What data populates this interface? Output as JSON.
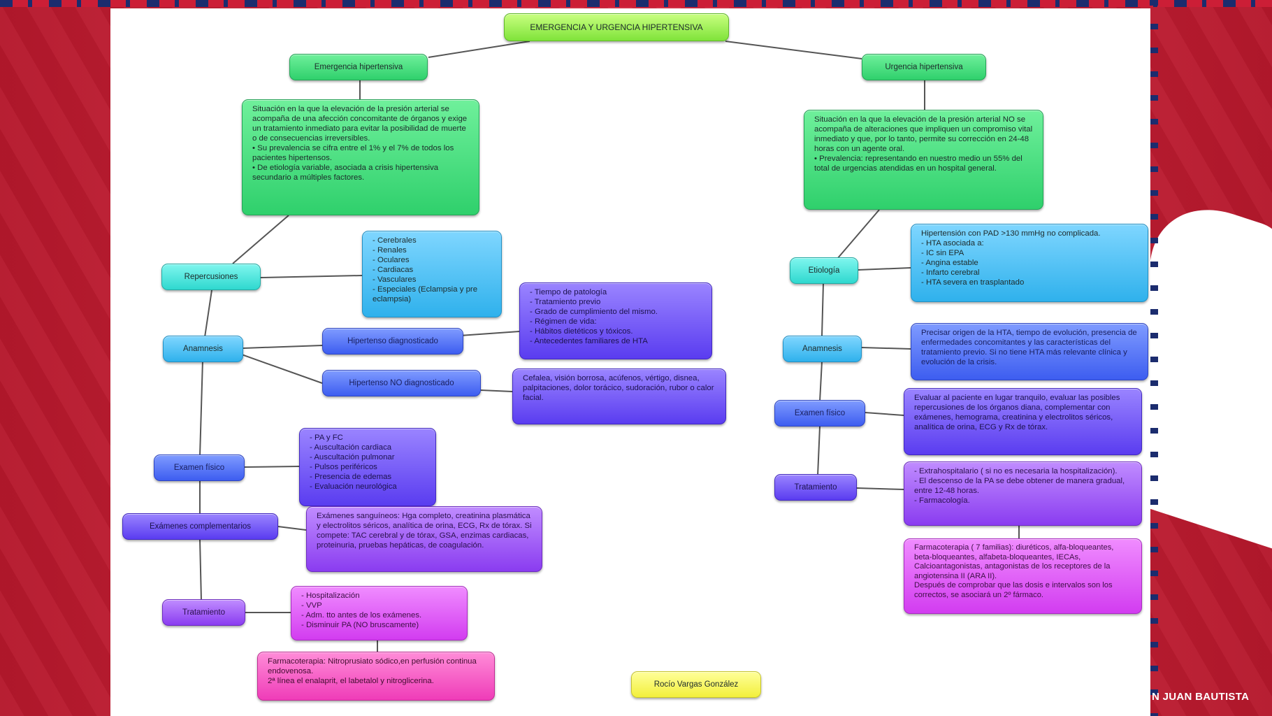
{
  "title": "EMERGENCIA Y URGENCIA HIPERTENSIVA",
  "footer": "N JUAN BAUTISTA",
  "author": "Rocío Vargas González",
  "emergencia": {
    "label": "Emergencia hipertensiva",
    "definicion": "Situación en la que la elevación de la presión arterial  se acompaña de una afección concomitante de órganos y exige un tratamiento inmediato para evitar la posibilidad de muerte o de consecuencias irreversibles.\n• Su prevalencia se cifra entre el 1% y el 7% de todos los pacientes hipertensos.\n• De etiología variable, asociada a crisis hipertensiva secundario a múltiples factores.",
    "repercusiones": "Repercusiones",
    "repercusiones_lista": "- Cerebrales\n- Renales\n- Oculares\n- Cardiacas\n- Vasculares\n- Especiales (Eclampsia y pre eclampsia)",
    "anamnesis": "Anamnesis",
    "hip_diag": "Hipertenso diagnosticado",
    "hip_diag_lista": "- Tiempo de patología\n- Tratamiento previo\n- Grado de cumplimiento del mismo.\n- Régimen de vida:\n- Hábitos dietéticos y tóxicos.\n- Antecedentes familiares de HTA",
    "hip_no_diag": "Hipertenso NO diagnosticado",
    "hip_no_diag_lista": "Cefalea, visión borrosa, acúfenos, vértigo, disnea, palpitaciones, dolor torácico, sudoración, rubor o calor facial.",
    "examen_fisico": "Examen físico",
    "examen_fisico_lista": "- PA y FC\n- Auscultación cardiaca\n- Auscultación pulmonar\n- Pulsos periféricos\n- Presencia de edemas\n- Evaluación neurológica",
    "examenes_comp": "Exámenes complementarios",
    "examenes_comp_lista": "Exámenes sanguíneos: Hga completo, creatinina plasmática y electrolitos séricos, analítica de orina, ECG, Rx de tórax. Si compete: TAC cerebral y de tórax, GSA, enzimas cardiacas, proteinuria, pruebas hepáticas, de coagulación.",
    "tratamiento": "Tratamiento",
    "tratamiento_lista": "- Hospitalización\n- VVP\n- Adm. tto antes de los exámenes.\n- Disminuir PA (NO bruscamente)",
    "farmacoterapia": "Farmacoterapia: Nitroprusiato sódico,en perfusión continua endovenosa.\n2ª línea el enalaprit, el labetalol y nitroglicerina."
  },
  "urgencia": {
    "label": "Urgencia hipertensiva",
    "definicion": "Situación en la que la elevación de la presión arterial NO se acompaña de alteraciones que impliquen un compromiso vital inmediato y que, por lo tanto, permite su corrección en 24-48 horas con un agente oral.\n• Prevalencia: representando en nuestro medio un 55% del total de urgencias atendidas en un hospital general.",
    "etiologia": "Etiología",
    "etiologia_lista": "Hipertensión con PAD >130 mmHg no complicada.\n- HTA asociada a:\n    - IC sin EPA\n    - Angina estable\n    - Infarto cerebral\n- HTA severa en trasplantado",
    "anamnesis": "Anamnesis",
    "anamnesis_texto": "Precisar origen de la HTA, tiempo de evolución, presencia de enfermedades concomitantes y las características del tratamiento previo. Si no tiene HTA más relevante clínica y evolución de la crisis.",
    "examen_fisico": "Examen físico",
    "examen_fisico_texto": "Evaluar al paciente en lugar tranquilo, evaluar las posibles repercusiones de los órganos diana, complementar con exámenes, hemograma, creatinina y electrolitos séricos, analítica de orina, ECG y Rx de tórax.",
    "tratamiento": "Tratamiento",
    "tratamiento_lista": "- Extrahospitalario ( si no es necesaria la hospitalización).\n- El descenso de la PA se debe obtener de manera gradual, entre 12-48 horas.\n- Farmacología.",
    "farmacoterapia": "Farmacoterapia ( 7 familias): diuréticos, alfa-bloqueantes, beta-bloqueantes, alfabeta-bloqueantes, IECAs, Calcioantagonistas, antagonistas de los receptores de la angiotensina II (ARA II).\nDespués de comprobar que las dosis e intervalos son los correctos, se asociará un 2º fármaco."
  }
}
